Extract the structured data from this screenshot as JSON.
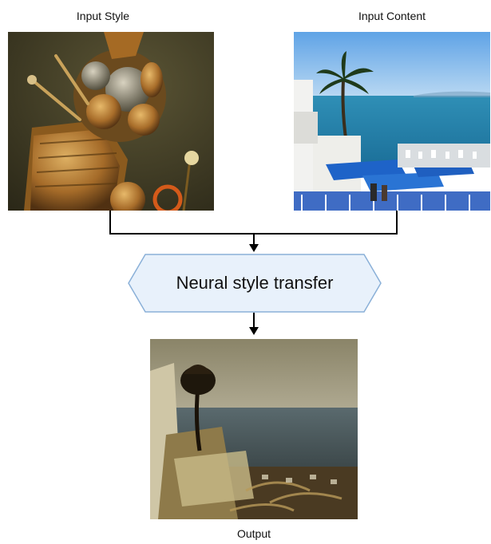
{
  "labels": {
    "input_style": "Input Style",
    "input_content": "Input Content",
    "output": "Output"
  },
  "process": {
    "label": "Neural style transfer"
  },
  "colors": {
    "hex_fill": "#e8f1fb",
    "hex_stroke": "#8ab0d8",
    "connector": "#000000"
  }
}
